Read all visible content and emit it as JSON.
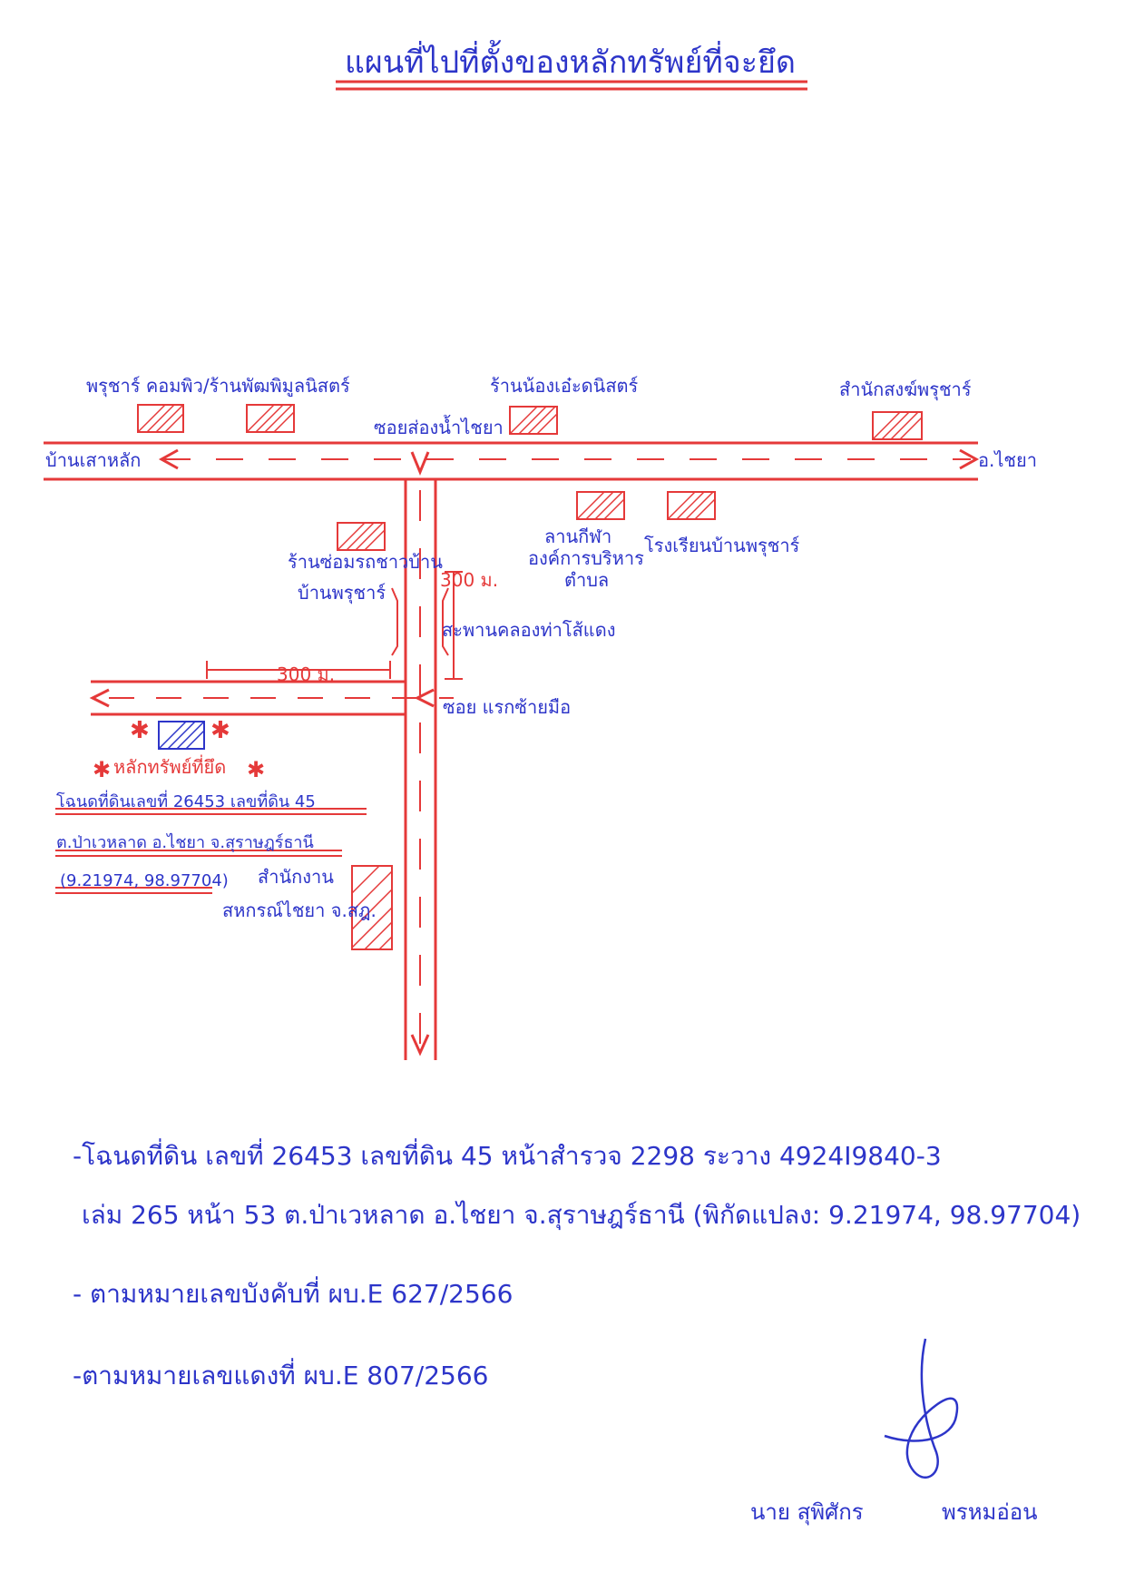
{
  "title": "แผนที่ไปที่ตั้งของหลักทรัพย์ที่จะยึด",
  "places": {
    "top_left_1": "พรุชาร์ คอมพิว/ร้านพัฒพิมูลนิสตร์",
    "top_left_2": "ร้านพัฒพิมูลนิสตร์",
    "top_middle": "ร้านน้องเอ๋ะดนิสตร์",
    "top_right": "สำนักสงฆ์พรุชาร์",
    "road_left": "บ้านเสาหลัก",
    "road_right": "อ.ไชยา",
    "junction_top": "ซอยส่องน้ำไชยา",
    "left_building": "ร้านซ่อมรถชาวบ้าน",
    "left_building_2": "บ้านพรุชาร์",
    "right_building_1": "ลานกีฬา",
    "right_building_1b": "องค์การบริหาร",
    "right_building_1c": "ตำบล",
    "right_building_2": "โรงเรียนบ้านพรุชาร์",
    "distance_vertical": "300 ม.",
    "distance_horizontal": "300 ม.",
    "bridge": "สะพานคลองท่าโส้แดง",
    "junction_bottom": "ซอย แรกซ้ายมือ",
    "target_label": "หลักทรัพย์ที่ยึด",
    "target_desc_1": "โฉนดที่ดินเลขที่ 26453 เลขที่ดิน 45",
    "target_desc_2": "ต.ป่าเวหลาด อ.ไชยา จ.สุราษฎร์ธานี",
    "target_coords": "(9.21974, 98.97704)",
    "office_1": "สำนักงาน",
    "office_2": "สหกรณ์ไชยา จ.สฎ."
  },
  "notes": [
    "-โฉนดที่ดิน เลขที่ 26453 เลขที่ดิน 45 หน้าสำรวจ 2298 ระวาง 4924I9840-3",
    "เล่ม 265 หน้า 53 ต.ป่าเวหลาด อ.ไชยา จ.สุราษฎร์ธานี (พิกัดแปลง: 9.21974, 98.97704)",
    "- ตามหมายเลขบังคับที่ ผบ.E 627/2566",
    "-ตามหมายเลขแดงที่ ผบ.E 807/2566"
  ],
  "signature_name": "นาย สุพิศักร",
  "signature_surname": "พรหมอ่อน"
}
